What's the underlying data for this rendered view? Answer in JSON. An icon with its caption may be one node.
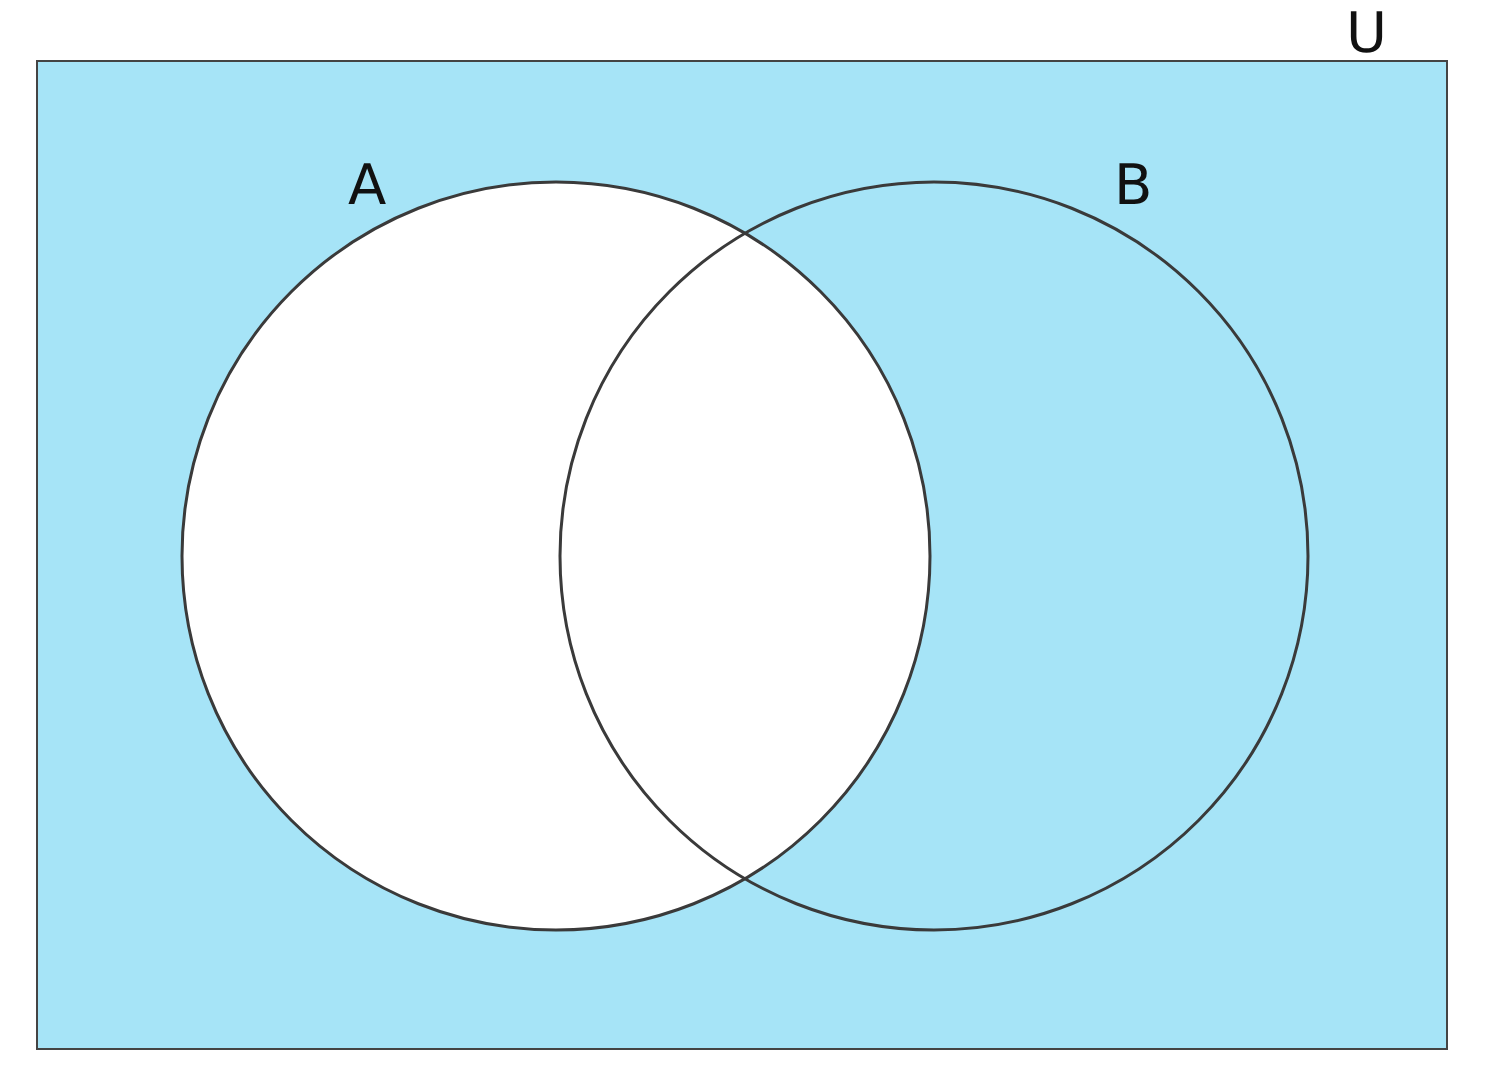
{
  "diagram": {
    "nodes": [
      {
        "text": [
          "U"
        ]
      },
      {
        "text": [
          "A"
        ],
        "in": 0
      },
      {
        "text": [
          "B"
        ],
        "in": 0
      }
    ]
  }
}
